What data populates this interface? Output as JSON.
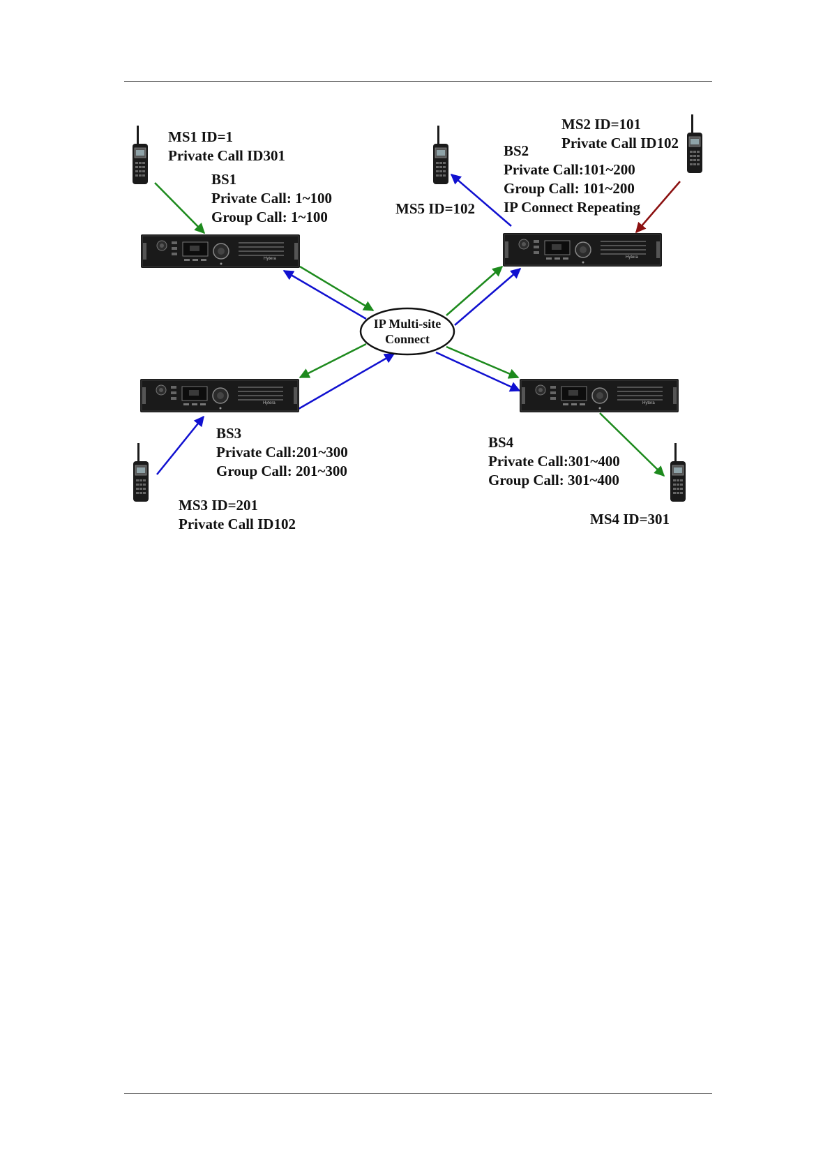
{
  "colors": {
    "green": "#1d8a1d",
    "blue": "#1010d0",
    "red": "#8b1010",
    "device": "#1a1a1a"
  },
  "hub": {
    "line1": "IP Multi-site",
    "line2": "Connect"
  },
  "base_stations": {
    "bs1": {
      "name": "BS1",
      "private_call": "Private Call: 1~100",
      "group_call": "Group Call: 1~100",
      "brand": "Hytera"
    },
    "bs2": {
      "name": "BS2",
      "private_call": "Private Call:101~200",
      "group_call": "Group Call: 101~200",
      "mode": "IP Connect Repeating",
      "brand": "Hytera"
    },
    "bs3": {
      "name": "BS3",
      "private_call": "Private Call:201~300",
      "group_call": "Group Call: 201~300",
      "brand": "Hytera"
    },
    "bs4": {
      "name": "BS4",
      "private_call": "Private Call:301~400",
      "group_call": "Group Call: 301~400",
      "brand": "Hytera"
    }
  },
  "mobile_stations": {
    "ms1": {
      "id_label": "MS1 ID=1",
      "call_label": "Private Call ID301"
    },
    "ms2": {
      "id_label": "MS2 ID=101",
      "call_label": "Private Call ID102"
    },
    "ms3": {
      "id_label": "MS3 ID=201",
      "call_label": "Private Call ID102"
    },
    "ms4": {
      "id_label": "MS4 ID=301"
    },
    "ms5": {
      "id_label": "MS5 ID=102"
    }
  }
}
